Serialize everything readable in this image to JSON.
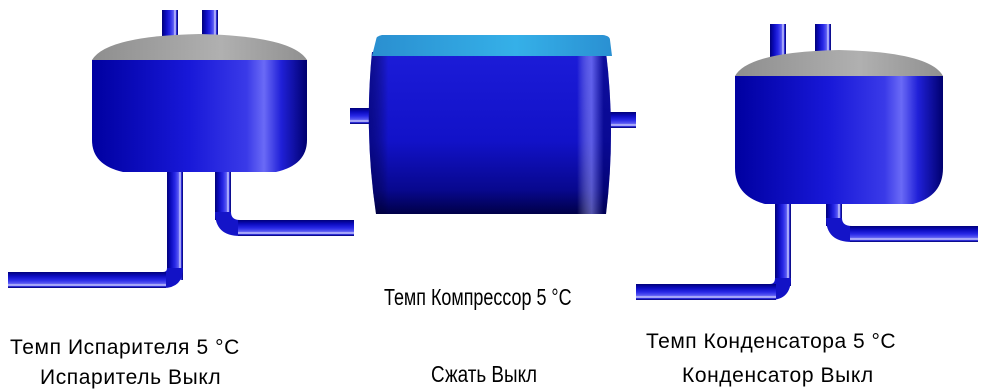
{
  "colors": {
    "vessel_blue": "#1a1ad8",
    "vessel_dark": "#00007a",
    "cap_gray": "#a8a8a8",
    "cap_cyan": "#29a0de"
  },
  "evaporator": {
    "temp_label": "Темп Испарителя  5 °C",
    "status_label": "Испаритель  Выкл"
  },
  "compressor": {
    "temp_label": "Темп Компрессор  5 °C",
    "status_label": "Сжать  Выкл"
  },
  "condenser": {
    "temp_label": "Темп Конденсатора  5 °C",
    "status_label": "Конденсатор  Выкл"
  }
}
